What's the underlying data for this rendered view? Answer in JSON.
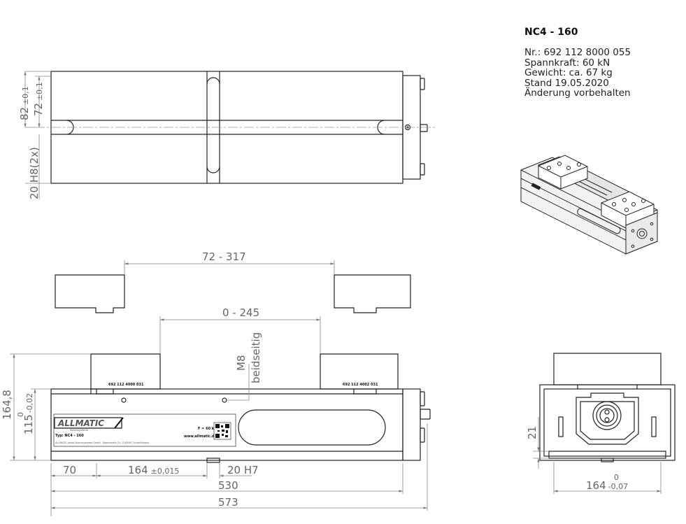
{
  "product": {
    "title": "NC4 - 160",
    "lines": [
      "Nr.: 692 112 8000 055",
      "Spannkraft: 60 kN",
      "Gewicht: ca. 67 kg",
      "Stand 19.05.2020",
      "Änderung vorbehalten"
    ]
  },
  "top_view": {
    "dim_82": "82",
    "tol_82": "±0,1",
    "dim_72": "72",
    "tol_72": "±0,1",
    "dim_20h8": "20 H8(2x)"
  },
  "front_view": {
    "jaw_range": "72 - 317",
    "opening_range": "0 - 245",
    "thread": "M8",
    "thread_note": "beidseitig",
    "jaw_label_left": "692 112 4000 031",
    "jaw_label_right": "692 112 4002 031",
    "plate_logo": "ALLMATIC",
    "plate_logo_sub": "Spannsysteme",
    "plate_type": "Typ: NC4 - 160",
    "plate_force": "F = 60 kN",
    "plate_address": "ALLMATIC-Jakob Spannsysteme GmbH · Jägerstraße 10 · D-87647 Unterthingau",
    "plate_web": "www.allmatic.de",
    "height_total": "164,8",
    "height_base": "115",
    "height_base_tol_upper": "0",
    "height_base_tol_lower": "-0,02",
    "dim_70": "70",
    "dim_164": "164",
    "tol_164": "±0,015",
    "dim_20h7": "20 H7",
    "dim_530": "530",
    "dim_573": "573"
  },
  "side_view": {
    "dim_21": "21",
    "dim_164": "164",
    "tol_upper": "0",
    "tol_lower": "-0,07"
  }
}
